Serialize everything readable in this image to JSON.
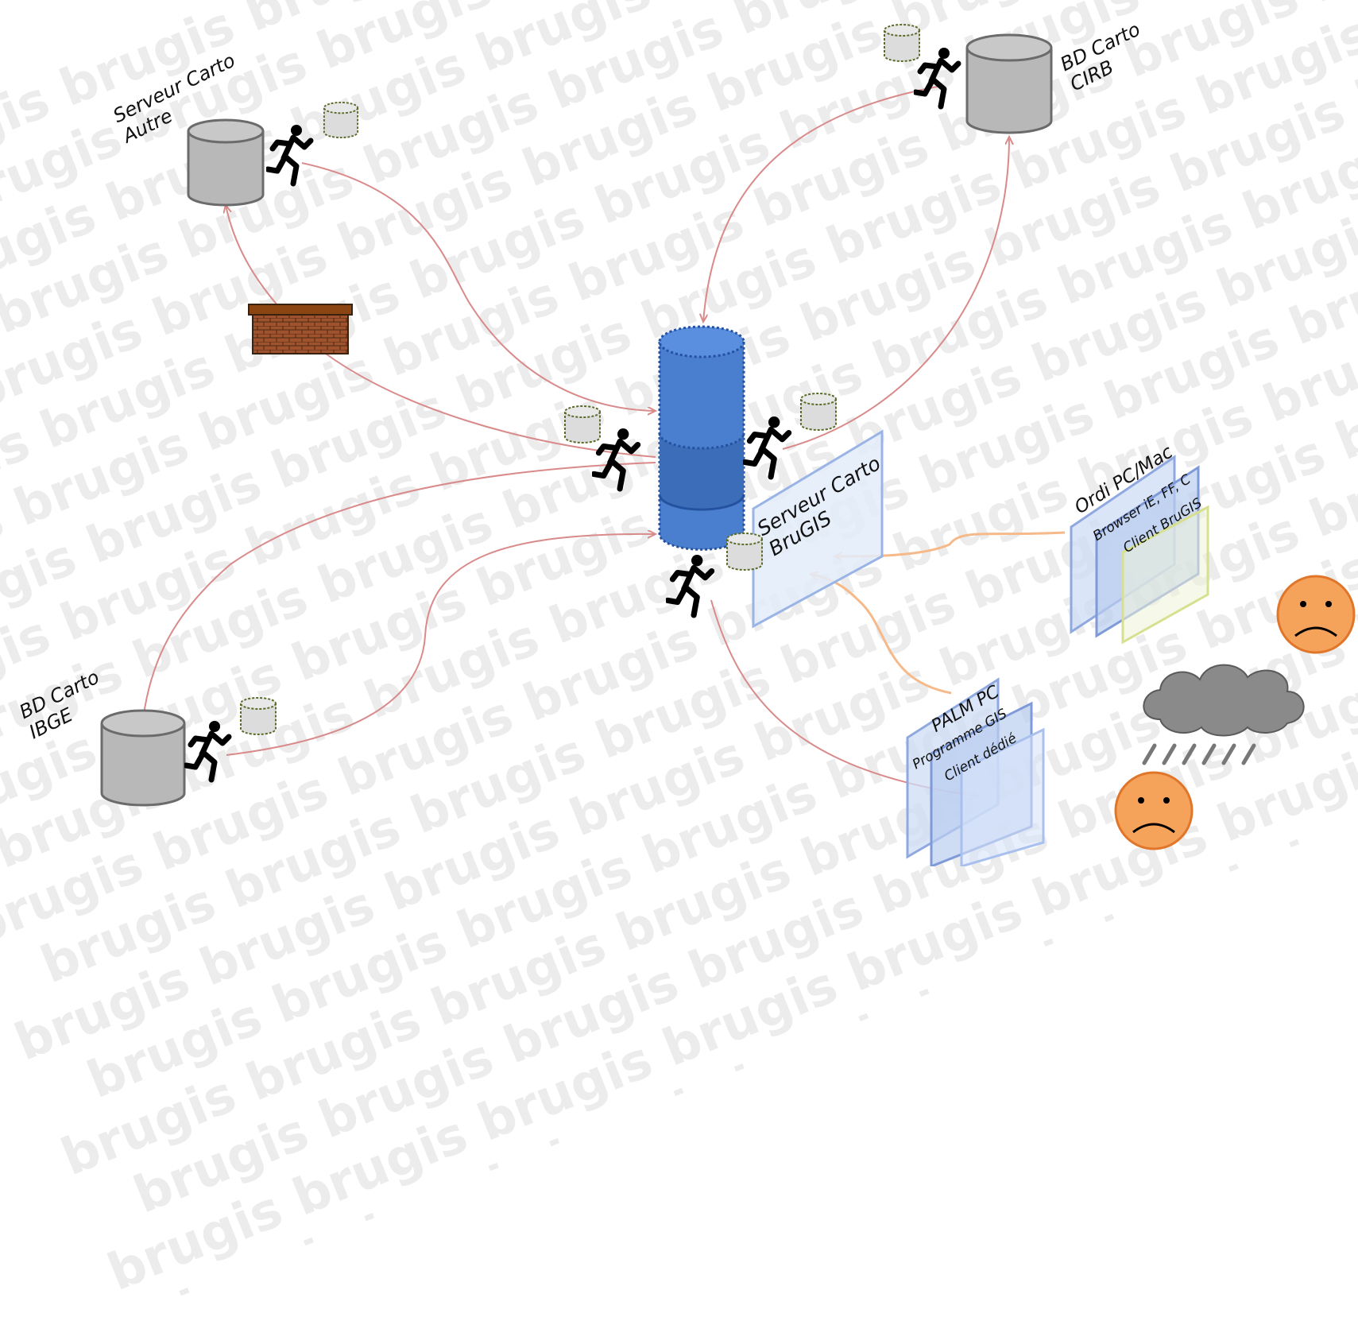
{
  "watermark_text": "brugis",
  "nodes": {
    "serveur_autre": {
      "line1": "Serveur Carto",
      "line2": "Autre"
    },
    "bd_cirb": {
      "line1": "BD Carto",
      "line2": "CIRB"
    },
    "bd_ibge": {
      "line1": "BD Carto",
      "line2": "IBGE"
    },
    "serveur_brugis": {
      "line1": "Serveur Carto",
      "line2": "BruGIS"
    },
    "ordi": {
      "title": "Ordi PC/Mac",
      "layer1": "Browser iE, FF, C",
      "layer2": "Client BruGIS"
    },
    "palm": {
      "title": "PALM PC",
      "layer1": "Programme GIS",
      "layer2": "Client dédié"
    }
  },
  "colors": {
    "link": "#d98a8a",
    "client_link": "#f5b98a",
    "db_grey": "#b8b8b8",
    "central_blue": "#4a7fd0",
    "plane_blue": "#b9cdef",
    "smiley": "#f5a25a",
    "cloud": "#8a8a8a",
    "firewall": "#8b4513"
  },
  "icons": [
    "running-man-icon",
    "database-icon",
    "firewall-icon",
    "sad-face-icon",
    "rain-cloud-icon"
  ]
}
